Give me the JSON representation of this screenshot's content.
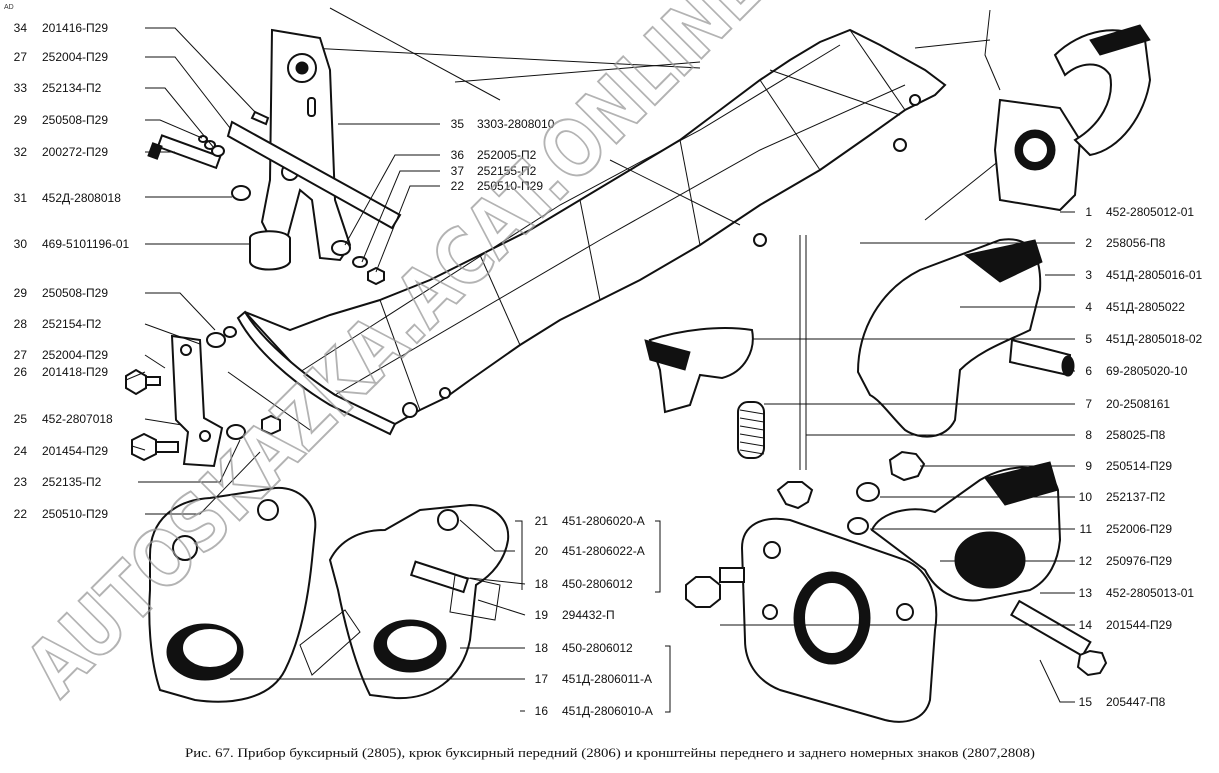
{
  "corner_mark": "AD",
  "caption": "Рис. 67. Прибор буксирный (2805), крюк буксирный передний (2806) и кронштейны переднего и заднего номерных знаков (2807,2808)",
  "watermark": "AUTOSKAZKA.ACAT.ONLINE",
  "left_callouts": [
    {
      "num": "34",
      "code": "201416-П29"
    },
    {
      "num": "27",
      "code": "252004-П29"
    },
    {
      "num": "33",
      "code": "252134-П2"
    },
    {
      "num": "29",
      "code": "250508-П29"
    },
    {
      "num": "32",
      "code": "200272-П29"
    },
    {
      "num": "31",
      "code": "452Д-2808018"
    },
    {
      "num": "30",
      "code": "469-5101196-01"
    },
    {
      "num": "29",
      "code": "250508-П29"
    },
    {
      "num": "28",
      "code": "252154-П2"
    },
    {
      "num": "27",
      "code": "252004-П29"
    },
    {
      "num": "26",
      "code": "201418-П29"
    },
    {
      "num": "25",
      "code": "452-2807018"
    },
    {
      "num": "24",
      "code": "201454-П29"
    },
    {
      "num": "23",
      "code": "252135-П2"
    },
    {
      "num": "22",
      "code": "250510-П29"
    }
  ],
  "mid_callouts": [
    {
      "num": "35",
      "code": "3303-2808010"
    },
    {
      "num": "36",
      "code": "252005-П2"
    },
    {
      "num": "37",
      "code": "252155-П2"
    },
    {
      "num": "22",
      "code": "250510-П29"
    }
  ],
  "hook_callouts": [
    {
      "num": "21",
      "code": "451-2806020-А"
    },
    {
      "num": "20",
      "code": "451-2806022-А"
    },
    {
      "num": "18",
      "code": "450-2806012"
    },
    {
      "num": "19",
      "code": "294432-П"
    },
    {
      "num": "18",
      "code": "450-2806012"
    },
    {
      "num": "17",
      "code": "451Д-2806011-А"
    },
    {
      "num": "16",
      "code": "451Д-2806010-А"
    }
  ],
  "right_callouts": [
    {
      "num": "1",
      "code": "452-2805012-01"
    },
    {
      "num": "2",
      "code": "258056-П8"
    },
    {
      "num": "3",
      "code": "451Д-2805016-01"
    },
    {
      "num": "4",
      "code": "451Д-2805022"
    },
    {
      "num": "5",
      "code": "451Д-2805018-02"
    },
    {
      "num": "6",
      "code": "69-2805020-10"
    },
    {
      "num": "7",
      "code": "20-2508161"
    },
    {
      "num": "8",
      "code": "258025-П8"
    },
    {
      "num": "9",
      "code": "250514-П29"
    },
    {
      "num": "10",
      "code": "252137-П2"
    },
    {
      "num": "11",
      "code": "252006-П29"
    },
    {
      "num": "12",
      "code": "250976-П29"
    },
    {
      "num": "13",
      "code": "452-2805013-01"
    },
    {
      "num": "14",
      "code": "201544-П29"
    },
    {
      "num": "15",
      "code": "205447-П8"
    }
  ]
}
